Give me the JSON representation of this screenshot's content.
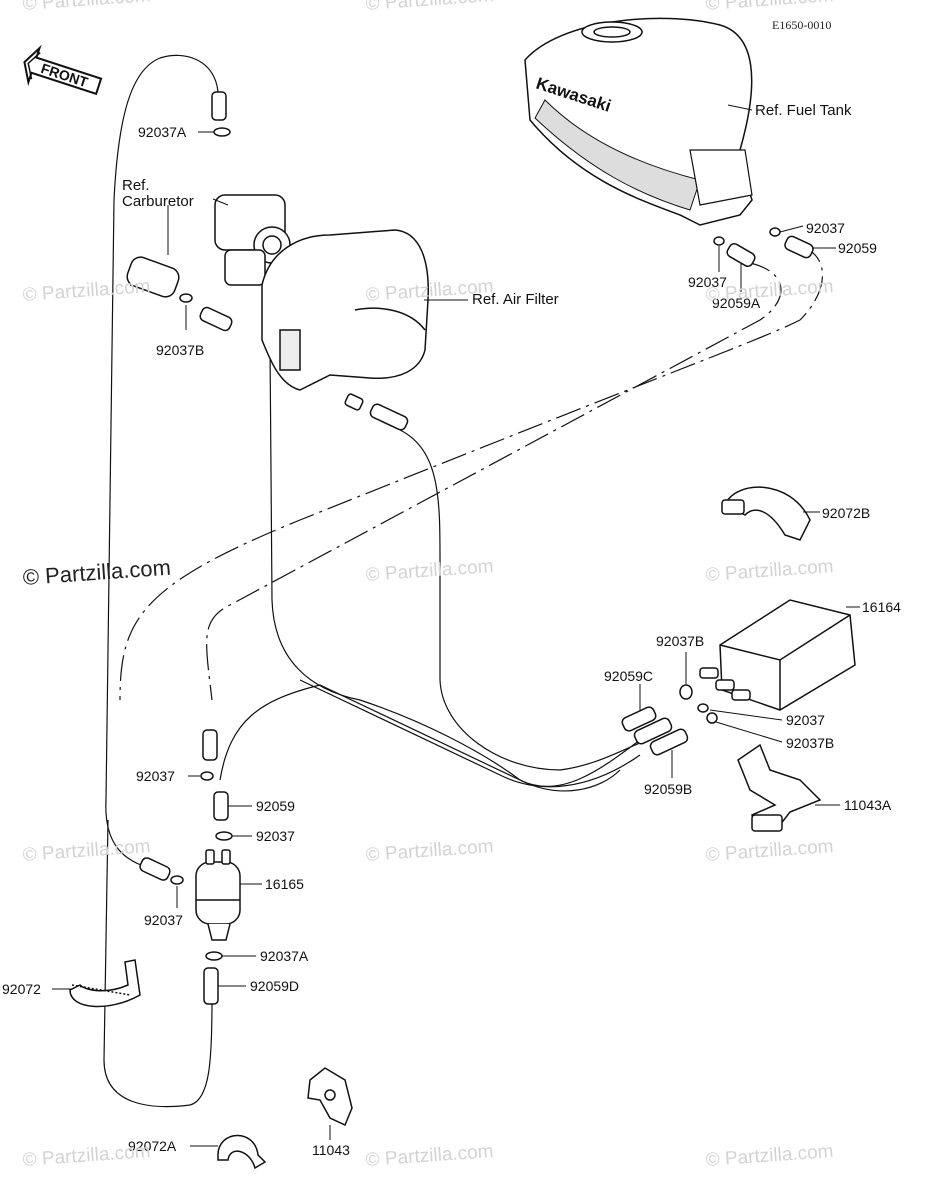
{
  "diagram_code": "E1650-0010",
  "front_label": "FRONT",
  "tank_brand": "Kawasaki",
  "watermark": "© Partzilla.com",
  "references": {
    "fuel_tank": "Ref. Fuel Tank",
    "carb_line1": "Ref.",
    "carb_line2": "Carburetor",
    "air_filter": "Ref. Air Filter"
  },
  "parts": {
    "p92037A_top": "92037A",
    "p92037B_carb": "92037B",
    "p92037_tank_right": "92037",
    "p92059_tank": "92059",
    "p92037_tank_left": "92037",
    "p92059A": "92059A",
    "p92072B": "92072B",
    "p16164": "16164",
    "p92037B_canister_top": "92037B",
    "p92059C": "92059C",
    "p92037_canister": "92037",
    "p92037B_canister_bottom": "92037B",
    "p92059B": "92059B",
    "p11043A": "11043A",
    "p92037_filter_left_top": "92037",
    "p92059_filter": "92059",
    "p92037_filter_right": "92037",
    "p16165": "16165",
    "p92037_filter_left_bottom": "92037",
    "p92037A_bottom": "92037A",
    "p92072": "92072",
    "p92059D": "92059D",
    "p92072A": "92072A",
    "p11043": "11043"
  }
}
